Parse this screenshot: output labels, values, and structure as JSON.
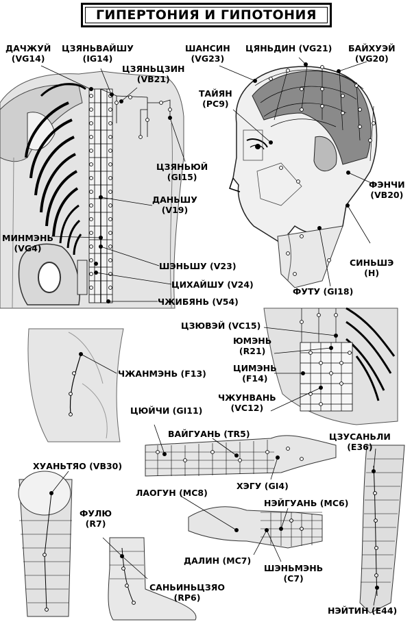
{
  "title": "ГИПЕРТОНИЯ И ГИПОТОНИЯ",
  "points": {
    "dazhui": {
      "name": "ДАЧЖУЙ",
      "code": "(VG14)"
    },
    "jianwaishu": {
      "name": "ЦЗЯНЬВАЙШУ",
      "code": "(IG14)"
    },
    "jianzhongshu": {
      "name": "ЦЗЯНЬЦЗИН",
      "code": "(VB21)"
    },
    "shangxing": {
      "name": "ШАНСИН",
      "code": "(VG23)"
    },
    "qianding": {
      "name": "ЦЯНЬДИН (VG21)"
    },
    "baihui": {
      "name": "БАЙХУЭЙ",
      "code": "(VG20)"
    },
    "taiyang": {
      "name": "ТАЙЯН",
      "code": "(PC9)"
    },
    "jianyu": {
      "name": "ЦЗЯНЬЮЙ",
      "code": "(GI15)"
    },
    "fengchi": {
      "name": "ФЭНЧИ",
      "code": "(VB20)"
    },
    "danshu": {
      "name": "ДАНЬШУ",
      "code": "(V19)"
    },
    "mingmen": {
      "name": "МИНМЭНЬ",
      "code": "(VG4)"
    },
    "shenshu": {
      "name": "ШЭНЬШУ (V23)"
    },
    "qihaishu": {
      "name": "ЦИХАЙШУ (V24)"
    },
    "zhibian": {
      "name": "ЧЖИБЯНЬ (V54)"
    },
    "xinshe": {
      "name": "СИНЬШЭ",
      "code": "(H)"
    },
    "futu": {
      "name": "ФУТУ (GI18)"
    },
    "jiuwei": {
      "name": "ЦЗЮВЭЙ (VC15)"
    },
    "youmen": {
      "name": "ЮМЭНЬ",
      "code": "(R21)"
    },
    "qimen": {
      "name": "ЦИМЭНЬ",
      "code": "(F14)"
    },
    "zhongwan": {
      "name": "ЧЖУНВАНЬ",
      "code": "(VC12)"
    },
    "zhangmen": {
      "name": "ЧЖАНМЭНЬ (F13)"
    },
    "quchi": {
      "name": "ЦЮЙЧИ (GI11)"
    },
    "waiguan": {
      "name": "ВАЙГУАНЬ (TR5)"
    },
    "zusanli": {
      "name": "ЦЗУСАНЬЛИ",
      "code": "(E36)"
    },
    "huantiao": {
      "name": "ХУАНЬТЯО (VB30)"
    },
    "hegu": {
      "name": "ХЭГУ (GI4)"
    },
    "laogong": {
      "name": "ЛАОГУН (MC8)"
    },
    "neiguan": {
      "name": "НЭЙГУАНЬ (MC6)"
    },
    "fuliu": {
      "name": "ФУЛЮ",
      "code": "(R7)"
    },
    "daling": {
      "name": "ДАЛИН (MC7)"
    },
    "shenmen": {
      "name": "ШЭНЬМЭНЬ",
      "code": "(C7)"
    },
    "sanyinjiao": {
      "name": "САНЬИНЬЦЗЯО",
      "code": "(RP6)"
    },
    "neiting": {
      "name": "НЭЙТИН (E44)"
    }
  }
}
